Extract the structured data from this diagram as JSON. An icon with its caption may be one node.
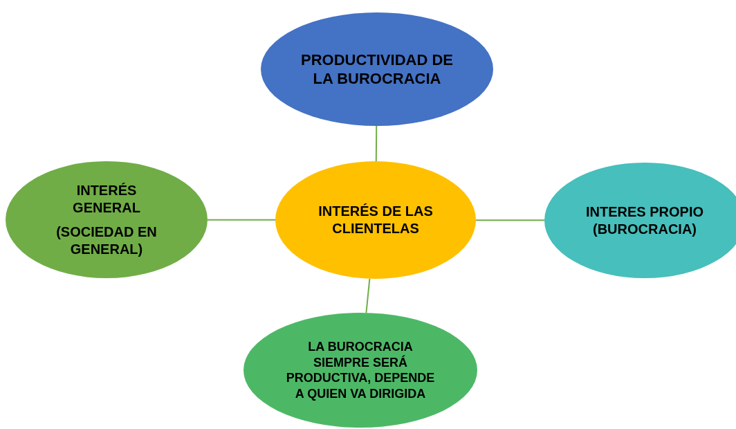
{
  "diagram": {
    "nodes": [
      {
        "text": [
          "INTERÉS DE LAS CLIENTELAS"
        ]
      },
      {
        "text": [
          "PRODUCTIVIDAD DE LA BUROCRACIA"
        ]
      },
      {
        "text": [
          "INTERÉS GENERAL",
          "(SOCIEDAD EN GENERAL)"
        ]
      },
      {
        "text": [
          "INTERES PROPIO (BUROCRACIA)"
        ]
      },
      {
        "text": [
          "LA BUROCRACIA SIEMPRE SERÁ PRODUCTIVA, DEPENDE A QUIEN VA DIRIGIDA"
        ]
      }
    ],
    "edges": [
      {
        "from": 0,
        "to": 1,
        "arrow": "none"
      },
      {
        "from": 0,
        "to": 2,
        "arrow": "none"
      },
      {
        "from": 0,
        "to": 3,
        "arrow": "none"
      },
      {
        "from": 0,
        "to": 4,
        "arrow": "none"
      }
    ]
  }
}
